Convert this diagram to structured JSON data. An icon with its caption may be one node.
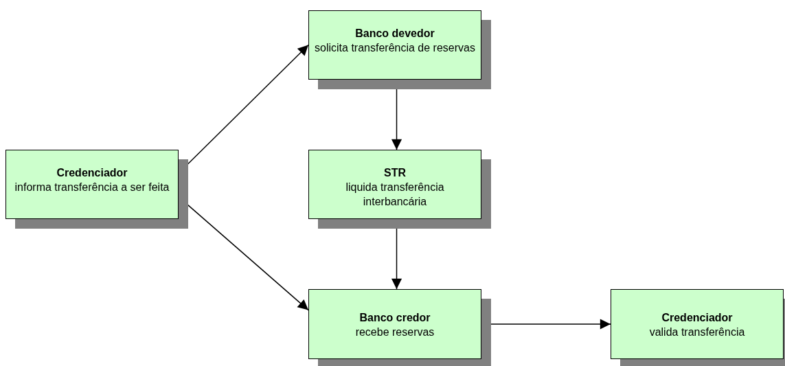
{
  "diagram": {
    "nodes": [
      {
        "text": [
          "Credenciador",
          "informa transferência a ser feita"
        ]
      },
      {
        "text": [
          "Banco devedor",
          "solicita transferência de reservas"
        ]
      },
      {
        "text": [
          "STR",
          "liquida transferência interbancária"
        ]
      },
      {
        "text": [
          "Banco credor",
          "recebe reservas"
        ]
      },
      {
        "text": [
          "Credenciador",
          "valida transferência"
        ]
      }
    ],
    "edges": [
      {
        "from": 0,
        "to": 1,
        "arrow": "to"
      },
      {
        "from": 0,
        "to": 3,
        "arrow": "to"
      },
      {
        "from": 1,
        "to": 2,
        "arrow": "to"
      },
      {
        "from": 2,
        "to": 3,
        "arrow": "to"
      },
      {
        "from": 3,
        "to": 4,
        "arrow": "to"
      }
    ]
  }
}
